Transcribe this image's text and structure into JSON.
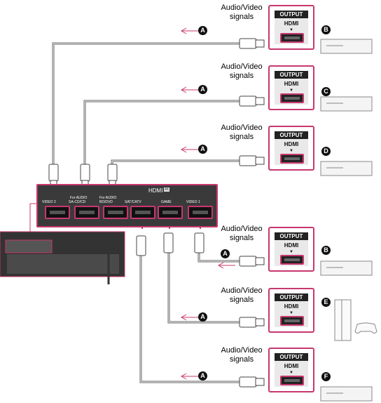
{
  "signal_label": "Audio/Video\nsignals",
  "output_box": {
    "output_label": "OUTPUT",
    "hdmi_label": "HDMI"
  },
  "callout_a": "A",
  "devices": [
    {
      "id": "B",
      "kind": "player"
    },
    {
      "id": "C",
      "kind": "player"
    },
    {
      "id": "D",
      "kind": "player"
    },
    {
      "id": "B",
      "kind": "player"
    },
    {
      "id": "E",
      "kind": "game-console"
    },
    {
      "id": "F",
      "kind": "player"
    }
  ],
  "receiver_panel": {
    "title": "HDMI",
    "badge": "4K",
    "ports": [
      {
        "label": "VIDEO 2",
        "sublabel": ""
      },
      {
        "label": "SA-CD/CD",
        "sublabel": "For AUDIO"
      },
      {
        "label": "BD/DVD",
        "sublabel": "For AUDIO"
      },
      {
        "label": "SAT/CATV",
        "sublabel": ""
      },
      {
        "label": "GAME",
        "sublabel": ""
      },
      {
        "label": "VIDEO 1",
        "sublabel": ""
      }
    ]
  },
  "colors": {
    "accent": "#c8376e",
    "panel": "#3a3a3a",
    "cable": "#555555"
  }
}
